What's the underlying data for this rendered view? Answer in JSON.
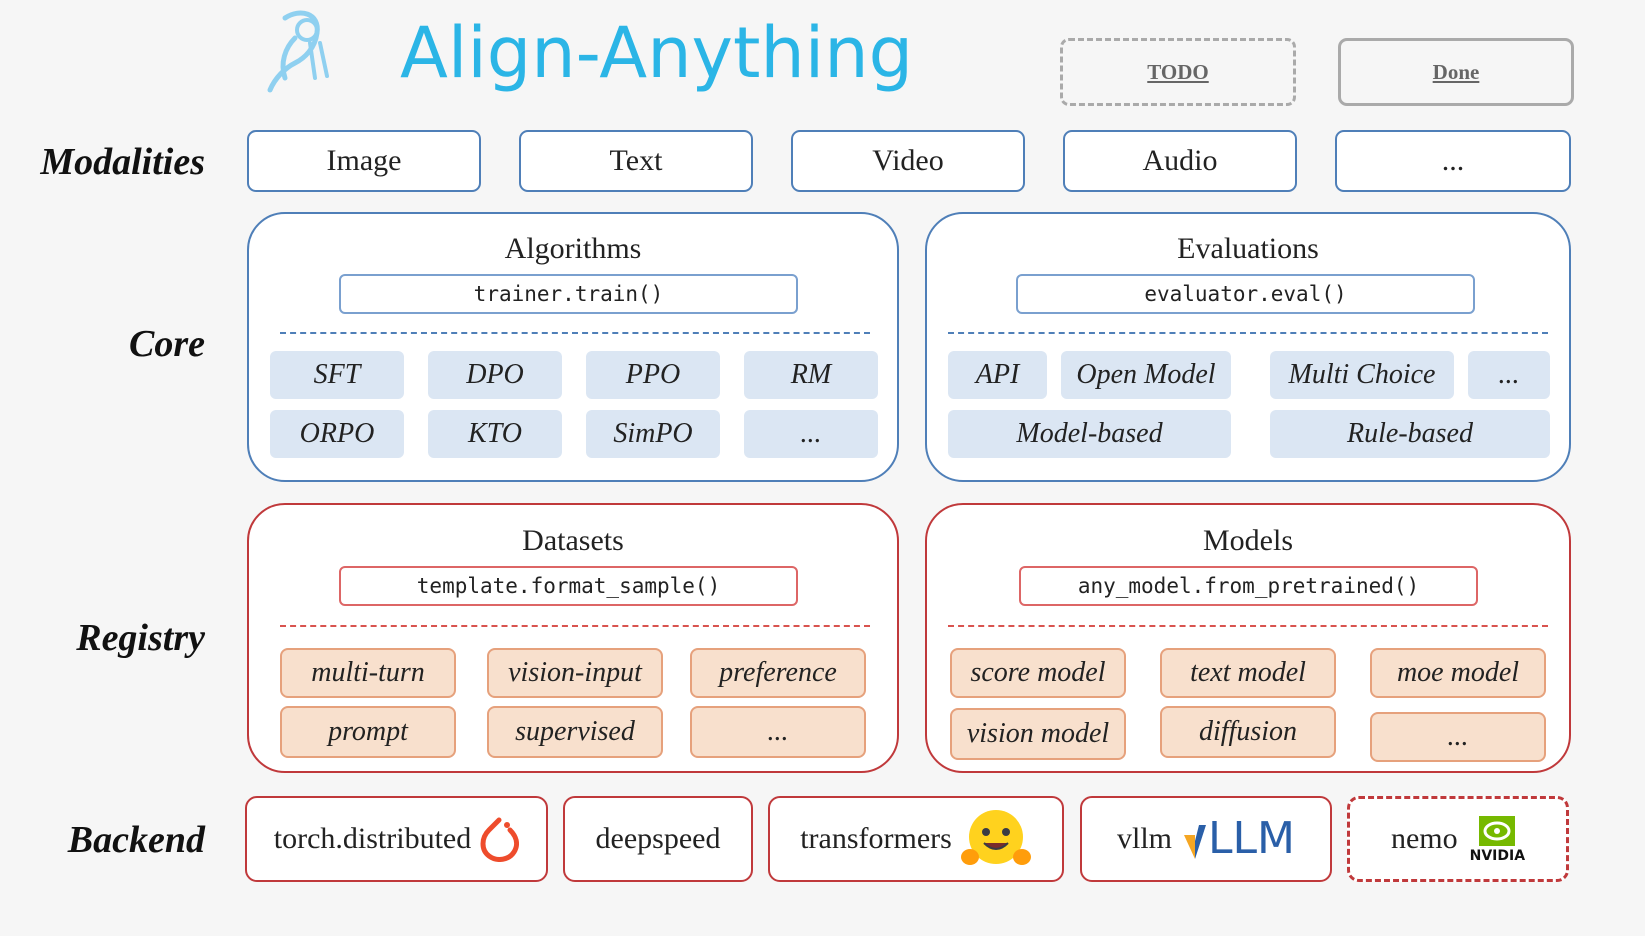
{
  "title": "Align-Anything",
  "legend": {
    "todo": "TODO",
    "done": "Done"
  },
  "row_labels": {
    "modalities": "Modalities",
    "core": "Core",
    "registry": "Registry",
    "backend": "Backend"
  },
  "modalities": [
    "Image",
    "Text",
    "Video",
    "Audio",
    "..."
  ],
  "algorithms": {
    "title": "Algorithms",
    "code": "trainer.train()",
    "items": [
      "SFT",
      "DPO",
      "PPO",
      "RM",
      "ORPO",
      "KTO",
      "SimPO",
      "..."
    ]
  },
  "evaluations": {
    "title": "Evaluations",
    "code": "evaluator.eval()",
    "items": [
      "API",
      "Open Model",
      "Multi Choice",
      "...",
      "Model-based",
      "Rule-based"
    ]
  },
  "datasets": {
    "title": "Datasets",
    "code": "template.format_sample()",
    "items": [
      "multi-turn",
      "vision-input",
      "preference",
      "prompt",
      "supervised",
      "..."
    ]
  },
  "models": {
    "title": "Models",
    "code": "any_model.from_pretrained()",
    "items": [
      "score model",
      "text model",
      "moe model",
      "vision model",
      "diffusion",
      "..."
    ]
  },
  "backend": {
    "torch": "torch.distributed",
    "deepspeed": "deepspeed",
    "transformers": "transformers",
    "vllm": "vllm",
    "vllm_logo_text": "LLM",
    "nemo": "nemo",
    "nvidia_logo_text": "NVIDIA"
  },
  "colors": {
    "blue": "#4f7fb8",
    "red": "#c0393b",
    "title": "#2bb5e6"
  }
}
